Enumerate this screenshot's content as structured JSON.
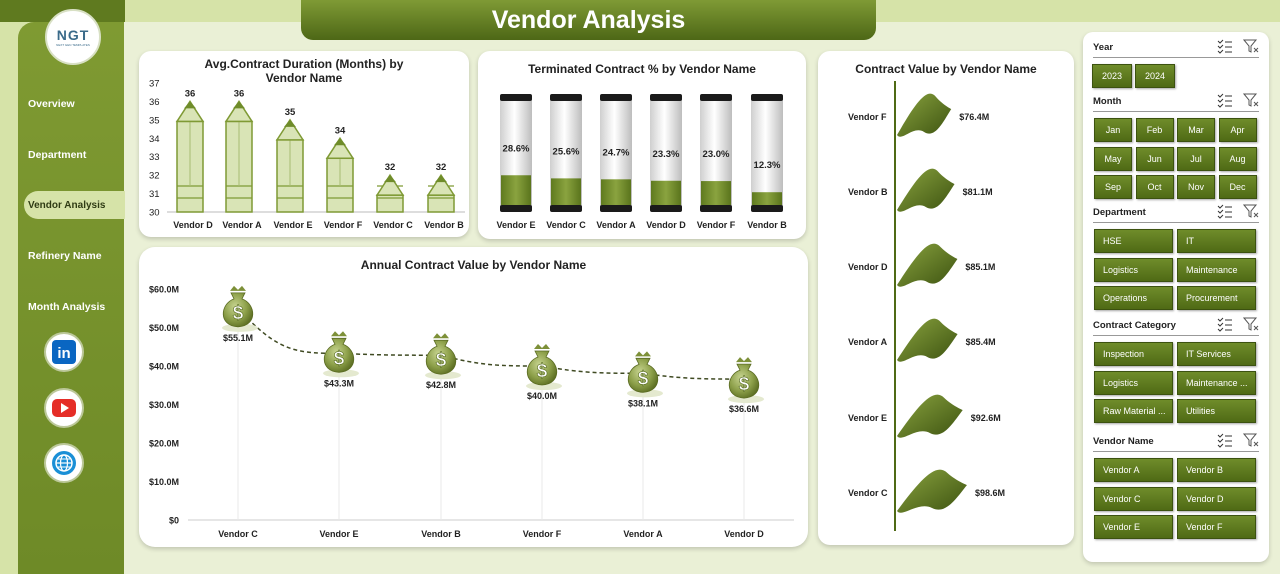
{
  "header": {
    "title": "Vendor Analysis"
  },
  "sidebar": {
    "logo_text": "NGT",
    "logo_sub": "NEXT GEN TEMPLATES",
    "items": [
      {
        "label": "Overview"
      },
      {
        "label": "Department"
      },
      {
        "label": "Vendor Analysis",
        "active": true
      },
      {
        "label": "Refinery Name"
      },
      {
        "label": "Month Analysis"
      }
    ],
    "social": [
      "linkedin-icon",
      "youtube-icon",
      "globe-icon"
    ]
  },
  "charts": {
    "duration_title": "Avg.Contract Duration (Months) by Vendor Name",
    "terminated_title": "Terminated Contract % by Vendor Name",
    "contract_value_title": "Contract Value by Vendor Name",
    "annual_title": "Annual Contract Value by Vendor Name"
  },
  "chart_data": [
    {
      "type": "bar",
      "title": "Avg.Contract Duration (Months) by Vendor Name",
      "categories": [
        "Vendor D",
        "Vendor A",
        "Vendor E",
        "Vendor F",
        "Vendor C",
        "Vendor B"
      ],
      "values": [
        36,
        36,
        35,
        34,
        32,
        32
      ],
      "ylim": [
        30,
        37
      ],
      "yticks": [
        "37",
        "36",
        "35",
        "34",
        "33",
        "32",
        "31",
        "30"
      ],
      "labels": [
        "36",
        "36",
        "35",
        "34",
        "32",
        "32"
      ],
      "color": "#7f9a35"
    },
    {
      "type": "bar",
      "title": "Terminated Contract % by Vendor Name",
      "categories": [
        "Vendor E",
        "Vendor C",
        "Vendor A",
        "Vendor D",
        "Vendor F",
        "Vendor B"
      ],
      "values": [
        28.6,
        25.6,
        24.7,
        23.3,
        23.0,
        12.3
      ],
      "labels": [
        "28.6%",
        "25.6%",
        "24.7%",
        "23.3%",
        "23.0%",
        "12.3%"
      ],
      "ylim": [
        0,
        100
      ],
      "color": "#6f8c2a"
    },
    {
      "type": "bar",
      "title": "Contract Value by Vendor Name",
      "categories": [
        "Vendor F",
        "Vendor B",
        "Vendor D",
        "Vendor A",
        "Vendor E",
        "Vendor C"
      ],
      "values": [
        76.4,
        81.1,
        85.1,
        85.4,
        92.6,
        98.6
      ],
      "labels": [
        "$76.4M",
        "$81.1M",
        "$85.1M",
        "$85.4M",
        "$92.6M",
        "$98.6M"
      ],
      "color": "#4f6a15"
    },
    {
      "type": "line",
      "title": "Annual Contract Value by Vendor Name",
      "categories": [
        "Vendor C",
        "Vendor E",
        "Vendor B",
        "Vendor F",
        "Vendor A",
        "Vendor D"
      ],
      "values": [
        55.1,
        43.3,
        42.8,
        40.0,
        38.1,
        36.6
      ],
      "labels": [
        "$55.1M",
        "$43.3M",
        "$42.8M",
        "$40.0M",
        "$38.1M",
        "$36.6M"
      ],
      "ylim": [
        0,
        60
      ],
      "yticks": [
        "$60.0M",
        "$50.0M",
        "$40.0M",
        "$30.0M",
        "$20.0M",
        "$10.0M",
        "$0"
      ],
      "color": "#6f8c2a"
    }
  ],
  "filters": {
    "year": {
      "label": "Year",
      "options": [
        "2023",
        "2024"
      ]
    },
    "month": {
      "label": "Month",
      "options": [
        "Jan",
        "Feb",
        "Mar",
        "Apr",
        "May",
        "Jun",
        "Jul",
        "Aug",
        "Sep",
        "Oct",
        "Nov",
        "Dec"
      ]
    },
    "department": {
      "label": "Department",
      "options": [
        "HSE",
        "IT",
        "Logistics",
        "Maintenance",
        "Operations",
        "Procurement"
      ]
    },
    "contract_category": {
      "label": "Contract Category",
      "options": [
        "Inspection",
        "IT Services",
        "Logistics",
        "Maintenance ...",
        "Raw Material ...",
        "Utilities"
      ]
    },
    "vendor_name": {
      "label": "Vendor Name",
      "options": [
        "Vendor A",
        "Vendor B",
        "Vendor C",
        "Vendor D",
        "Vendor E",
        "Vendor F"
      ]
    }
  }
}
